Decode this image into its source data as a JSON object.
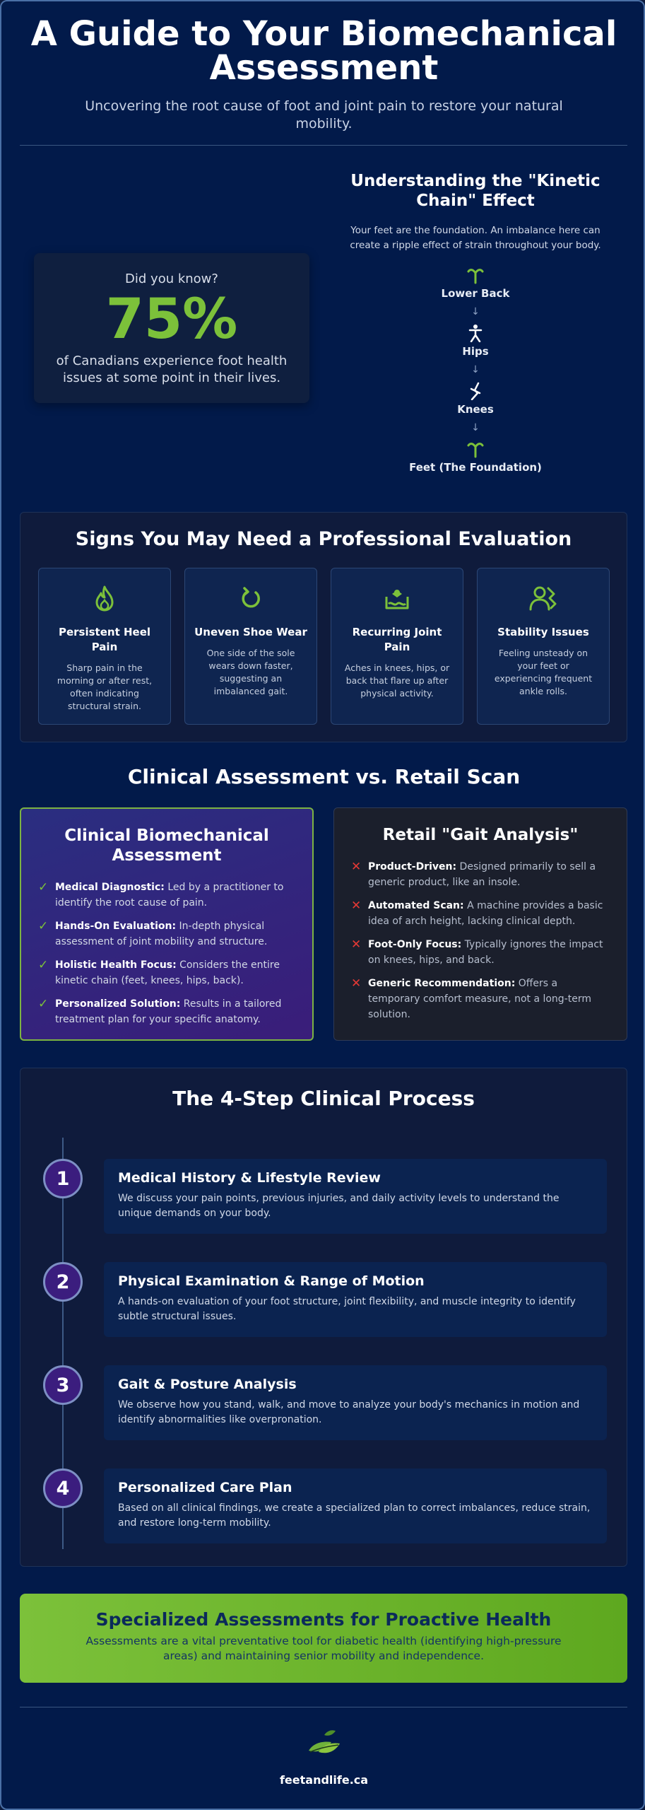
{
  "header": {
    "title": "A Guide to Your Biomechanical Assessment",
    "subtitle": "Uncovering the root cause of foot and joint pain to restore your natural mobility."
  },
  "stat": {
    "question": "Did you know?",
    "value": "75%",
    "description": "of Canadians experience foot health issues at some point in their lives.",
    "accent_color": "#7cc13a"
  },
  "kinetic": {
    "title": "Understanding the \"Kinetic Chain\" Effect",
    "description": "Your feet are the foundation. An imbalance here can create a ripple effect of strain throughout your body.",
    "items": [
      {
        "label": "Lower Back",
        "icon": "spine-icon"
      },
      {
        "label": "Hips",
        "icon": "person-icon"
      },
      {
        "label": "Knees",
        "icon": "leg-icon"
      },
      {
        "label": "Feet (The Foundation)",
        "icon": "foot-icon"
      }
    ]
  },
  "signs": {
    "title": "Signs You May Need a Professional Evaluation",
    "items": [
      {
        "title": "Persistent Heel Pain",
        "desc": "Sharp pain in the morning or after rest, often indicating structural strain.",
        "icon": "flame-icon"
      },
      {
        "title": "Uneven Shoe Wear",
        "desc": "One side of the sole wears down faster, suggesting an imbalanced gait.",
        "icon": "rotate-icon"
      },
      {
        "title": "Recurring Joint Pain",
        "desc": "Aches in knees, hips, or back that flare up after physical activity.",
        "icon": "joint-icon"
      },
      {
        "title": "Stability Issues",
        "desc": "Feeling unsteady on your feet or experiencing frequent ankle rolls.",
        "icon": "users-icon"
      }
    ]
  },
  "comparison": {
    "title": "Clinical Assessment vs. Retail Scan",
    "clinical": {
      "title": "Clinical Biomechanical Assessment",
      "items": [
        {
          "bold": "Medical Diagnostic:",
          "text": " Led by a practitioner to identify the root cause of pain."
        },
        {
          "bold": "Hands-On Evaluation:",
          "text": " In-depth physical assessment of joint mobility and structure."
        },
        {
          "bold": "Holistic Health Focus:",
          "text": " Considers the entire kinetic chain (feet, knees, hips, back)."
        },
        {
          "bold": "Personalized Solution:",
          "text": " Results in a tailored treatment plan for your specific anatomy."
        }
      ]
    },
    "retail": {
      "title": "Retail \"Gait Analysis\"",
      "items": [
        {
          "bold": "Product-Driven:",
          "text": " Designed primarily to sell a generic product, like an insole."
        },
        {
          "bold": "Automated Scan:",
          "text": " A machine provides a basic idea of arch height, lacking clinical depth."
        },
        {
          "bold": "Foot-Only Focus:",
          "text": " Typically ignores the impact on knees, hips, and back."
        },
        {
          "bold": "Generic Recommendation:",
          "text": " Offers a temporary comfort measure, not a long-term solution."
        }
      ]
    }
  },
  "process": {
    "title": "The 4-Step Clinical Process",
    "steps": [
      {
        "num": "1",
        "title": "Medical History & Lifestyle Review",
        "desc": "We discuss your pain points, previous injuries, and daily activity levels to understand the unique demands on your body."
      },
      {
        "num": "2",
        "title": "Physical Examination & Range of Motion",
        "desc": "A hands-on evaluation of your foot structure, joint flexibility, and muscle integrity to identify subtle structural issues."
      },
      {
        "num": "3",
        "title": "Gait & Posture Analysis",
        "desc": "We observe how you stand, walk, and move to analyze your body's mechanics in motion and identify abnormalities like overpronation."
      },
      {
        "num": "4",
        "title": "Personalized Care Plan",
        "desc": "Based on all clinical findings, we create a specialized plan to correct imbalances, reduce strain, and restore long-term mobility."
      }
    ]
  },
  "banner": {
    "title": "Specialized Assessments for Proactive Health",
    "text": "Assessments are a vital preventative tool for diabetic health (identifying high-pressure areas) and maintaining senior mobility and independence."
  },
  "footer": {
    "site": "feetandlife.ca"
  }
}
